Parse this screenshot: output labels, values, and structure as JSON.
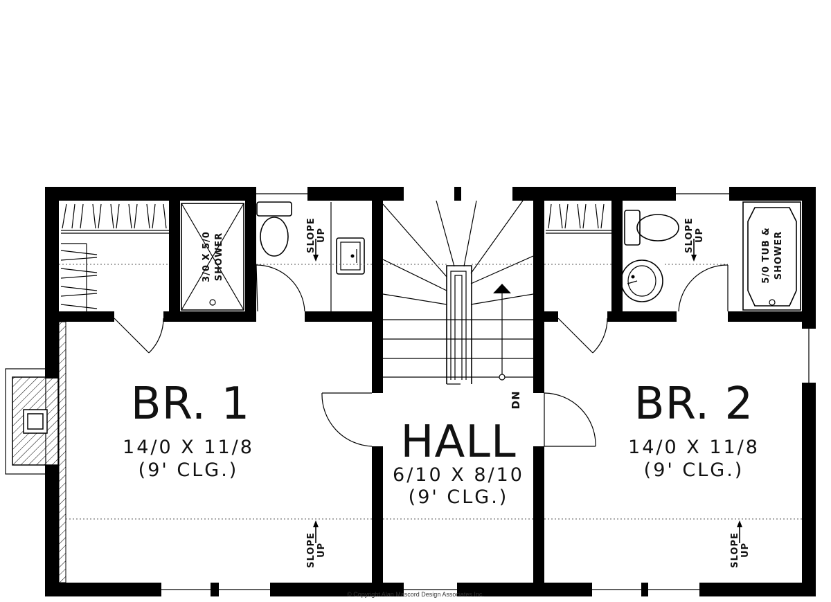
{
  "rooms": {
    "br1": {
      "name": "BR. 1",
      "size": "14/0 X 11/8",
      "ceiling": "(9' CLG.)"
    },
    "br2": {
      "name": "BR. 2",
      "size": "14/0 X 11/8",
      "ceiling": "(9' CLG.)"
    },
    "hall": {
      "name": "HALL",
      "size": "6/10 X 8/10",
      "ceiling": "(9' CLG.)"
    }
  },
  "fixtures": {
    "shower1_line1": "3/0 X 5/0",
    "shower1_line2": "SHOWER",
    "tub_line1": "5/0 TUB &",
    "tub_line2": "SHOWER"
  },
  "notes": {
    "slope_word": "SLOPE",
    "up_word": "UP",
    "stair_dn": "DN"
  },
  "copyright": "© Copyright Alan Mascord Design Associates Inc."
}
